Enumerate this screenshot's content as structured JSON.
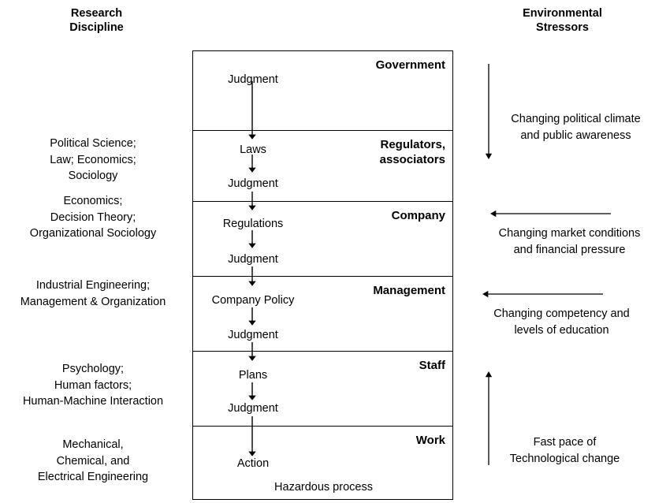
{
  "headings": {
    "left": "Research\nDiscipline",
    "right": "Environmental\nStressors"
  },
  "disciplines": [
    {
      "text": "Political Science;\nLaw; Economics;\nSociology"
    },
    {
      "text": "Economics;\nDecision Theory;\nOrganizational Sociology"
    },
    {
      "text": "Industrial Engineering;\nManagement & Organization"
    },
    {
      "text": "Psychology;\nHuman factors;\nHuman-Machine Interaction"
    },
    {
      "text": "Mechanical,\nChemical, and\nElectrical Engineering"
    }
  ],
  "levels": [
    {
      "title": "Government",
      "flow_in": "Judgment",
      "flow_out": null
    },
    {
      "title": "Regulators,\nassociators",
      "flow_in": "Laws",
      "flow_out": "Judgment"
    },
    {
      "title": "Company",
      "flow_in": "Regulations",
      "flow_out": "Judgment"
    },
    {
      "title": "Management",
      "flow_in": "Company Policy",
      "flow_out": "Judgment"
    },
    {
      "title": "Staff",
      "flow_in": "Plans",
      "flow_out": "Judgment"
    },
    {
      "title": "Work",
      "flow_in": "Action",
      "flow_out": "Hazardous process"
    }
  ],
  "stressors": [
    {
      "text": "Changing political climate\nand public awareness",
      "arrow": "arrow-down"
    },
    {
      "text": "Changing market conditions\nand financial pressure",
      "arrow": "arrow-left"
    },
    {
      "text": "Changing competency and\nlevels of education",
      "arrow": "arrow-left"
    },
    {
      "text": "Fast pace of\nTechnological change",
      "arrow": "arrow-up"
    }
  ],
  "colors": {
    "ink": "#000000",
    "background": "#ffffff"
  }
}
